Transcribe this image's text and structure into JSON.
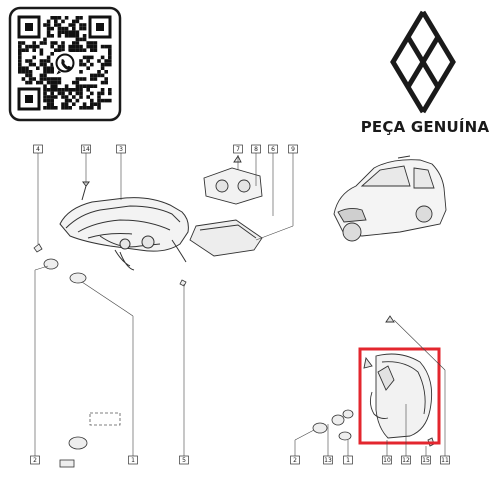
{
  "brand": {
    "genuine_label": "PEÇA GENUÍNA",
    "logo": "renault-diamond-logo",
    "qr_icon": "whatsapp-icon"
  },
  "callouts": {
    "left_top": [
      "4",
      "14",
      "3",
      "7",
      "8",
      "6",
      "9"
    ],
    "left_bottom": [
      "2",
      "1",
      "5"
    ],
    "right_bottom": [
      "2",
      "13",
      "1",
      "10",
      "12",
      "15",
      "11"
    ]
  },
  "highlight_color": "#e3262e"
}
